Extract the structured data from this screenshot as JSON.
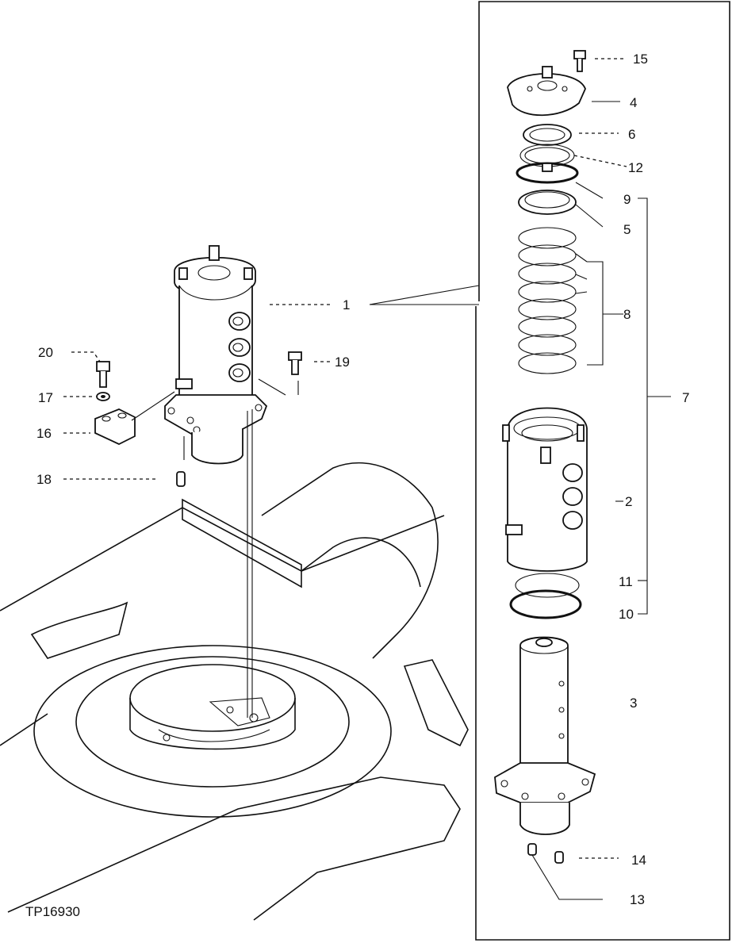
{
  "figure_id": "TP16930",
  "callouts": {
    "c1": "1",
    "c2": "2",
    "c3": "3",
    "c4": "4",
    "c5": "5",
    "c6": "6",
    "c7": "7",
    "c8": "8",
    "c9": "9",
    "c10": "10",
    "c11": "11",
    "c12": "12",
    "c13": "13",
    "c14": "14",
    "c15": "15",
    "c16": "16",
    "c17": "17",
    "c18": "18",
    "c19": "19",
    "c20": "20"
  }
}
